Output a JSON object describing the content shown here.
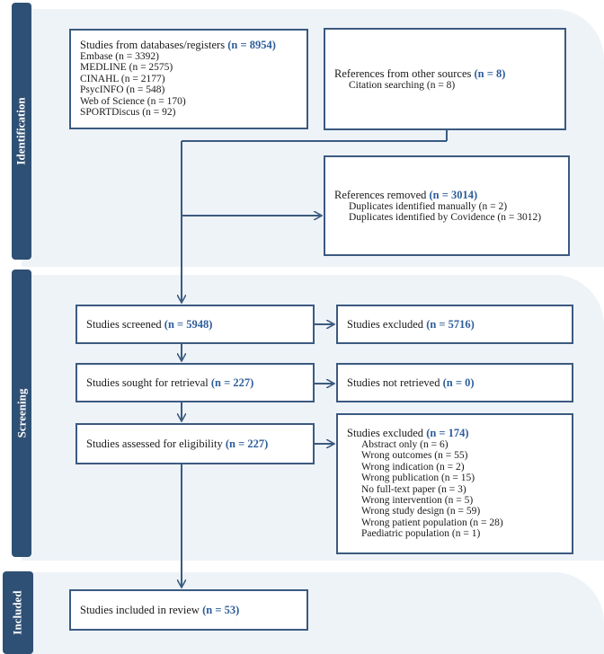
{
  "phases": {
    "identification": "Identification",
    "screening": "Screening",
    "included": "Included"
  },
  "identification": {
    "databases": {
      "title": "Studies from databases/registers",
      "count": "(n = 8954)",
      "sources": [
        "Embase (n = 3392)",
        "MEDLINE (n = 2575)",
        "CINAHL (n = 2177)",
        "PsycINFO (n = 548)",
        "Web of Science (n = 170)",
        "SPORTDiscus (n = 92)"
      ]
    },
    "other_sources": {
      "title": "References from other sources",
      "count": "(n = 8)",
      "items": [
        "Citation searching (n = 8)"
      ]
    },
    "removed": {
      "title": "References removed",
      "count": "(n = 3014)",
      "items": [
        "Duplicates identified manually (n = 2)",
        "Duplicates identified by Covidence (n = 3012)"
      ]
    }
  },
  "screening": {
    "screened": {
      "title": "Studies screened",
      "count": "(n = 5948)"
    },
    "excluded_screen": {
      "title": "Studies excluded",
      "count": "(n = 5716)"
    },
    "sought": {
      "title": "Studies sought for retrieval",
      "count": "(n = 227)"
    },
    "not_retrieved": {
      "title": "Studies not retrieved",
      "count": "(n = 0)"
    },
    "assessed": {
      "title": "Studies assessed for eligibility",
      "count": "(n = 227)"
    },
    "excluded_full": {
      "title": "Studies excluded",
      "count": "(n = 174)",
      "reasons": [
        "Abstract only (n = 6)",
        "Wrong outcomes (n = 55)",
        "Wrong indication (n = 2)",
        "Wrong publication (n = 15)",
        "No full-text paper (n = 3)",
        "Wrong intervention (n = 5)",
        "Wrong study design (n = 59)",
        "Wrong patient population (n = 28)",
        "Paediatric population (n = 1)"
      ]
    }
  },
  "included": {
    "review": {
      "title": "Studies included in review",
      "count": "(n = 53)"
    }
  }
}
